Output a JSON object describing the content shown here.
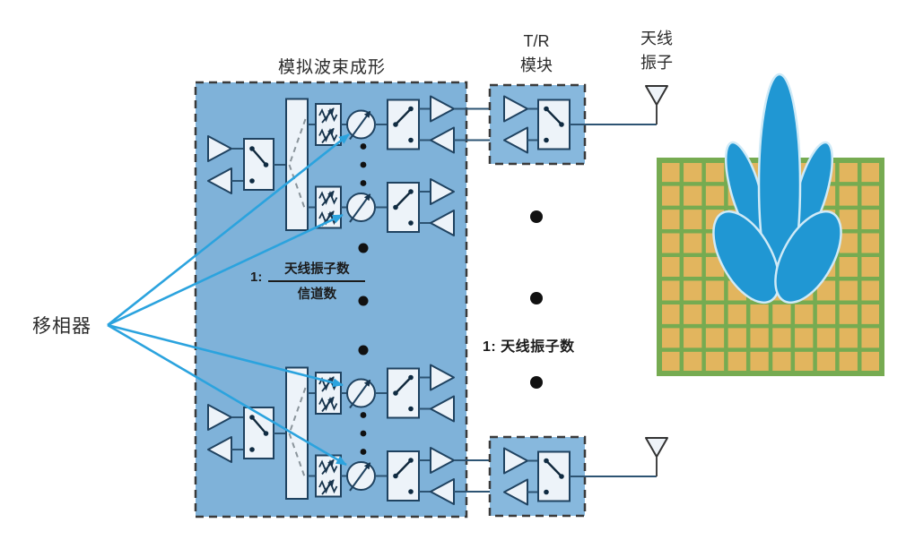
{
  "title": "模拟波束成形",
  "labels": {
    "tr_module": "T/R\n模块",
    "antenna_element": "天线\n振子",
    "phase_shifter": "移相器",
    "ratio_channels_prefix": "1:",
    "ratio_channels_numerator": "天线振子数",
    "ratio_channels_denominator": "信道数",
    "ratio_elements": "1: 天线振子数"
  },
  "colors": {
    "beamforming_box_fill": "#7fb2d9",
    "tr_module_fill": "#87b8dd",
    "dashed_border": "#3a3a3a",
    "component_fill": "#edf3f9",
    "component_stroke": "#1f4260",
    "wire": "#2d5473",
    "pointer_arrow_blue": "#2ba3de",
    "beam_blue": "#2097d3",
    "beam_outline": "#cfeaf7",
    "array_grid_green": "#76ab51",
    "array_cell_orange": "#e2b55e",
    "dot_black": "#111111"
  }
}
